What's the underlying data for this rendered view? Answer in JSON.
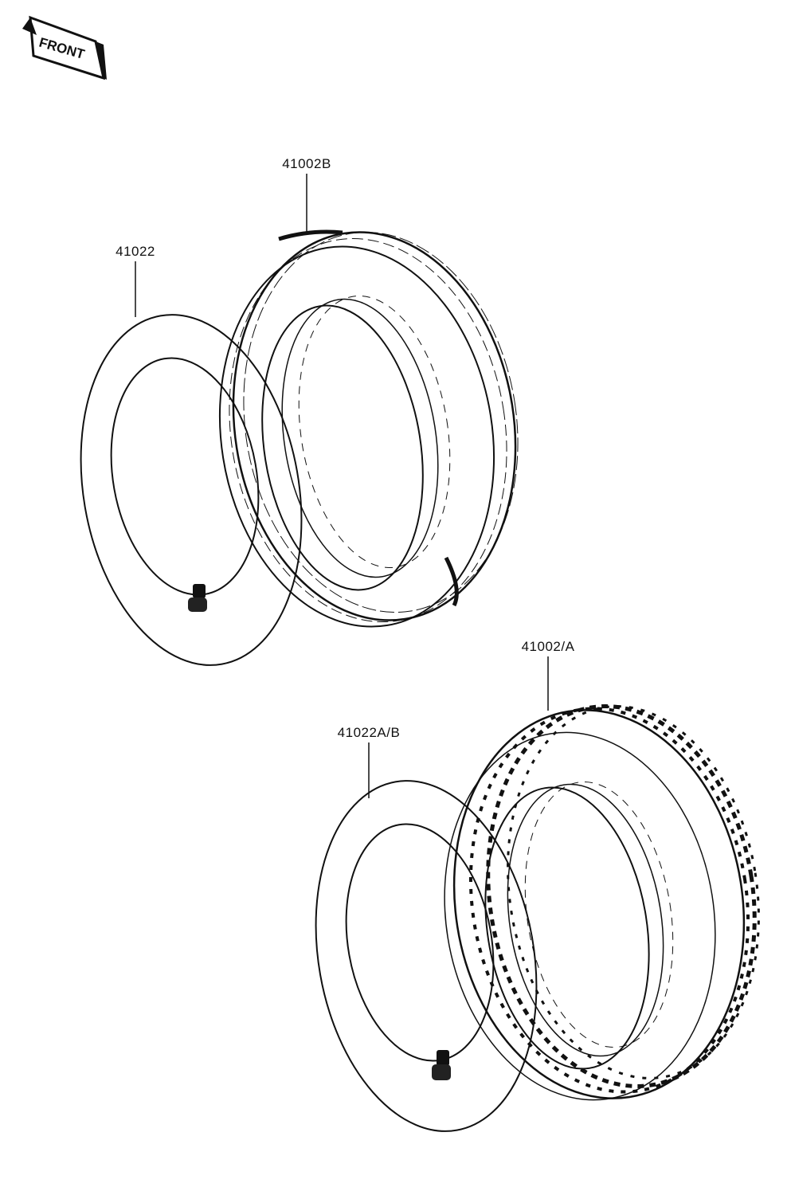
{
  "front_marker": {
    "text": "FRONT"
  },
  "parts": [
    {
      "id": "rear-tire",
      "label": "41002B"
    },
    {
      "id": "rear-tube",
      "label": "41022"
    },
    {
      "id": "front-tire",
      "label": "41002/A"
    },
    {
      "id": "front-tube",
      "label": "41022A/B"
    }
  ],
  "colors": {
    "ink": "#111111",
    "background": "#ffffff"
  }
}
